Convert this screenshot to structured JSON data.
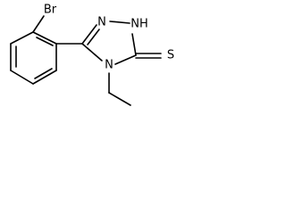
{
  "structure": {
    "atom_labels": {
      "bromine": "Br",
      "ring_n_top": "N",
      "ring_nh": "NH",
      "ring_n_ethyl": "N",
      "thione_s": "S"
    },
    "colors": {
      "bond": "#000000",
      "label": "#000000",
      "background": "#ffffff"
    }
  }
}
